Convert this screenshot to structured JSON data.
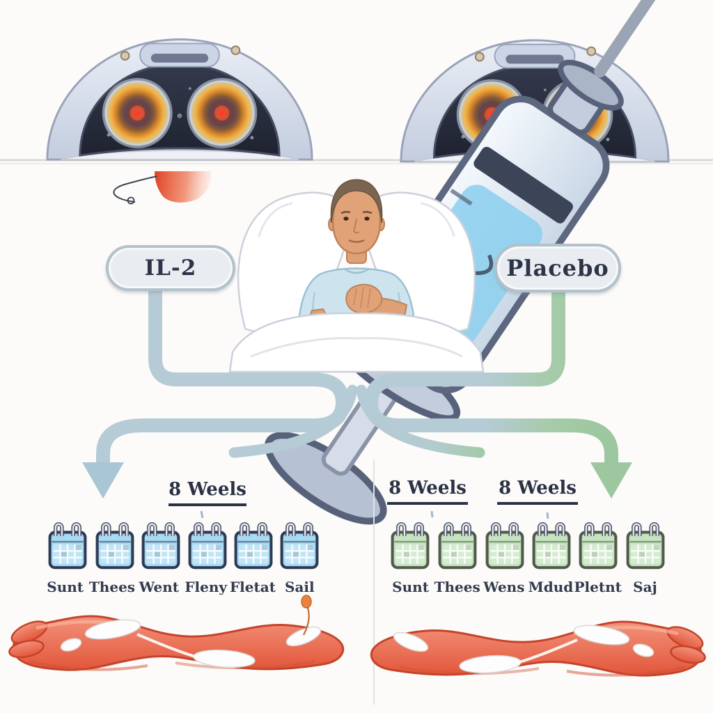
{
  "diagram": {
    "arms": {
      "treatment": {
        "label": "IL-2"
      },
      "control": {
        "label": "Placebo"
      }
    },
    "timeline": {
      "left": {
        "duration_label": "8 Weels",
        "days": [
          "Sunt",
          "Thees",
          "Went",
          "Fleny",
          "Fletat",
          "Sail"
        ]
      },
      "right": {
        "duration_labels": [
          "8 Weels",
          "8 Weels"
        ],
        "days": [
          "Sunt",
          "Thees",
          "Wens",
          "Mdud",
          "Pletnt",
          "Saj"
        ]
      }
    },
    "icons": {
      "top_left": "binocular-eye-scanner-device",
      "top_right": "binocular-eye-scanner-device",
      "left_injector": "syringe-icon",
      "right_injector": "syringe-icon",
      "center": "patient-lying-in-hospital-bed",
      "calendars_left": "blue-calendar-icons",
      "calendars_right": "green-calendar-icons",
      "bottom_left": "muscle-tissue-illustration",
      "bottom_right": "muscle-tissue-illustration",
      "arrows": "flow-arrow-down"
    },
    "colors": {
      "background": "#fcfbf9",
      "flow_blue": "#b5cbd6",
      "flow_green": "#9cc79f",
      "label_navy": "#2b3245",
      "pill_fill": "#e9edf1",
      "pill_border": "#b2c1ca",
      "calendar_blue": "#a9daf3",
      "calendar_green": "#c6e4bf",
      "tissue_red": "#e8684a",
      "beam_red": "#e04426",
      "shirt_blue": "#cde4ef"
    }
  }
}
